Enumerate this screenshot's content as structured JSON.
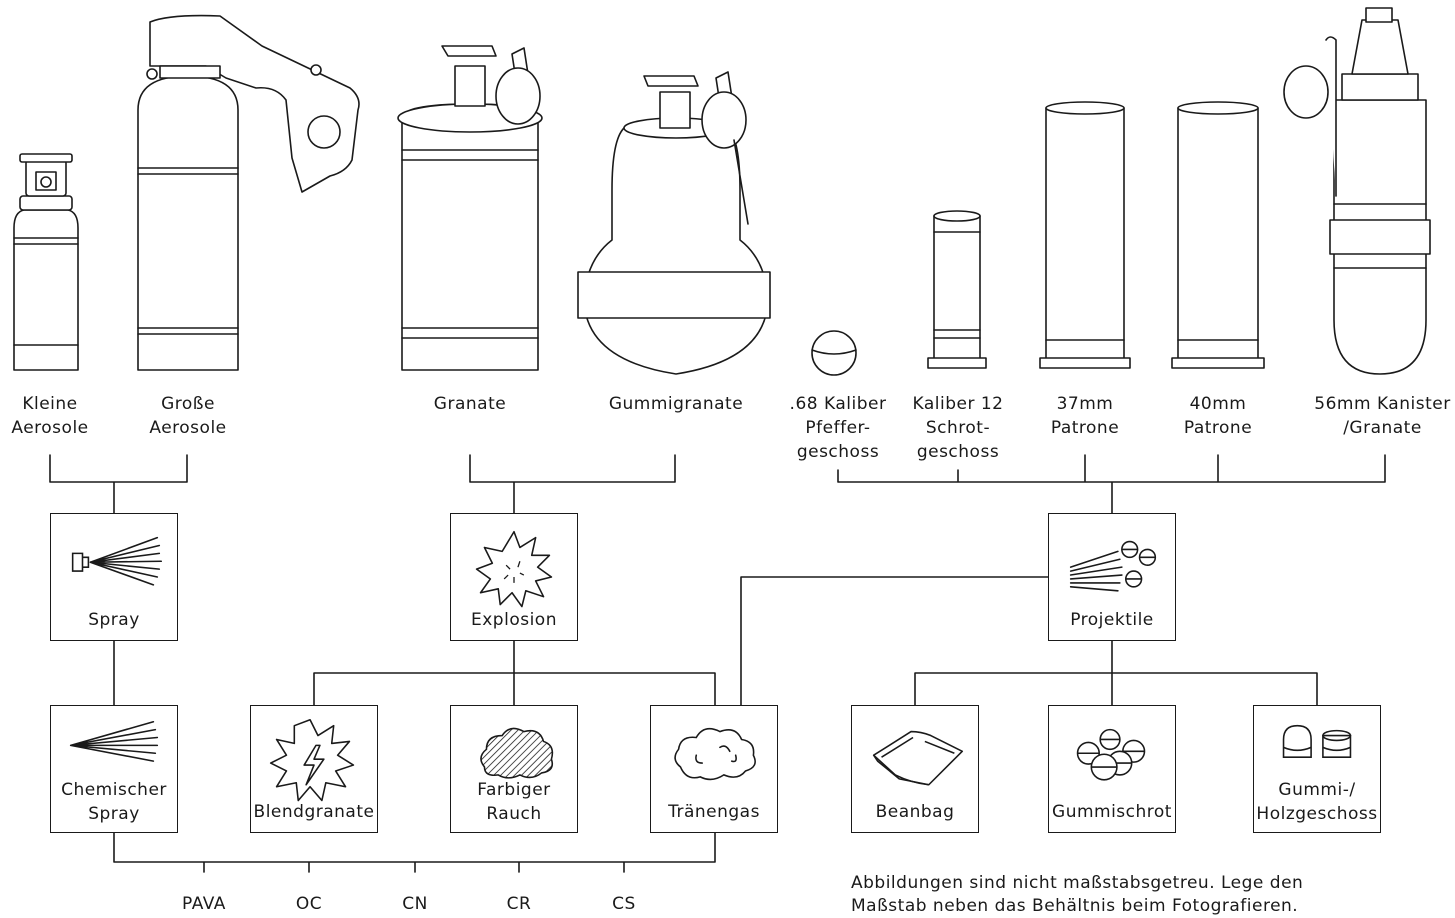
{
  "items": [
    {
      "id": "kleine_aerosole",
      "label": "Kleine\nAerosole"
    },
    {
      "id": "grosse_aerosole",
      "label": "Große\nAerosole"
    },
    {
      "id": "granate",
      "label": "Granate"
    },
    {
      "id": "gummigranate",
      "label": "Gummigranate"
    },
    {
      "id": "kaliber68",
      "label": ".68 Kaliber\nPfeffer-\ngeschoss"
    },
    {
      "id": "kaliber12",
      "label": "Kaliber 12\nSchrot-\ngeschoss"
    },
    {
      "id": "p37",
      "label": "37mm\nPatrone"
    },
    {
      "id": "p40",
      "label": "40mm\nPatrone"
    },
    {
      "id": "k56",
      "label": "56mm Kanister\n/Granate"
    }
  ],
  "delivery": {
    "spray": {
      "label": "Spray",
      "icon": "spray-nozzle-icon"
    },
    "explosion": {
      "label": "Explosion",
      "icon": "explosion-icon"
    },
    "projektile": {
      "label": "Projektile",
      "icon": "projectiles-icon"
    }
  },
  "effects": {
    "chem_spray": {
      "label": "Chemischer\nSpray",
      "icon": "spray-icon"
    },
    "blend": {
      "label": "Blendgranate",
      "icon": "flash-icon"
    },
    "rauch": {
      "label": "Farbiger\nRauch",
      "icon": "smoke-icon"
    },
    "traenen": {
      "label": "Tränengas",
      "icon": "cloud-icon"
    },
    "beanbag": {
      "label": "Beanbag",
      "icon": "beanbag-icon"
    },
    "gummischrot": {
      "label": "Gummischrot",
      "icon": "rubber-pellets-icon"
    },
    "gummiholz": {
      "label": "Gummi-/\nHolzgeschoss",
      "icon": "baton-rounds-icon"
    }
  },
  "agents": [
    "PAVA",
    "OC",
    "CN",
    "CR",
    "CS"
  ],
  "note": "Abbildungen sind nicht maßstabsgetreu. Lege den\nMaßstab neben das Behältnis beim Fotografieren."
}
